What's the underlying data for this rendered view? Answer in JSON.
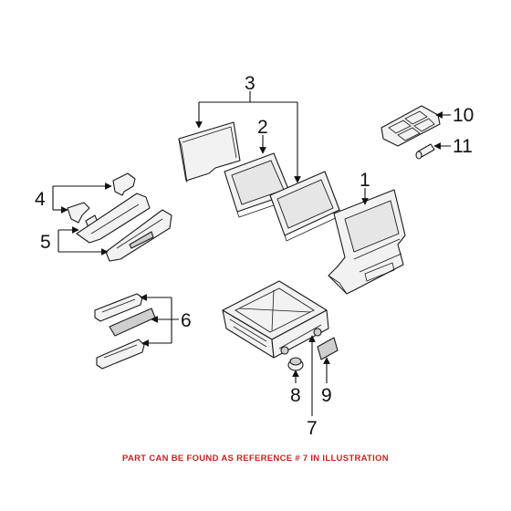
{
  "callouts": {
    "c1": "1",
    "c2": "2",
    "c3": "3",
    "c4": "4",
    "c5": "5",
    "c6": "6",
    "c7": "7",
    "c8": "8",
    "c9": "9",
    "c10": "10",
    "c11": "11"
  },
  "caption": "PART CAN BE FOUND AS REFERENCE # 7 IN ILLUSTRATION"
}
